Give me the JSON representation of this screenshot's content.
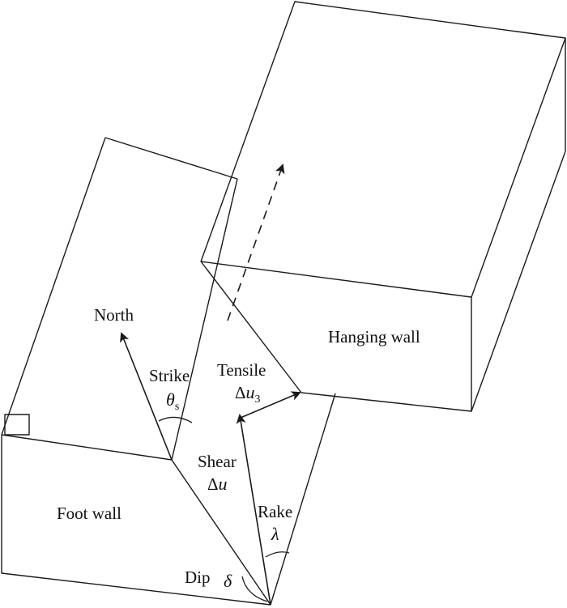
{
  "labels": {
    "hanging_wall": "Hanging wall",
    "foot_wall": "Foot wall",
    "north": "North",
    "strike": "Strike",
    "strike_symbol": "θ",
    "strike_subscript": "s",
    "tensile": "Tensile",
    "tensile_symbol_delta": "Δ",
    "tensile_symbol_u": "u",
    "tensile_subscript": "3",
    "shear": "Shear",
    "shear_symbol_delta": "Δ",
    "shear_symbol_u": "u",
    "rake": "Rake",
    "rake_symbol": "λ",
    "dip": "Dip",
    "dip_symbol": "δ"
  },
  "colors": {
    "line": "#1a1a1a",
    "background": "#ffffff"
  }
}
